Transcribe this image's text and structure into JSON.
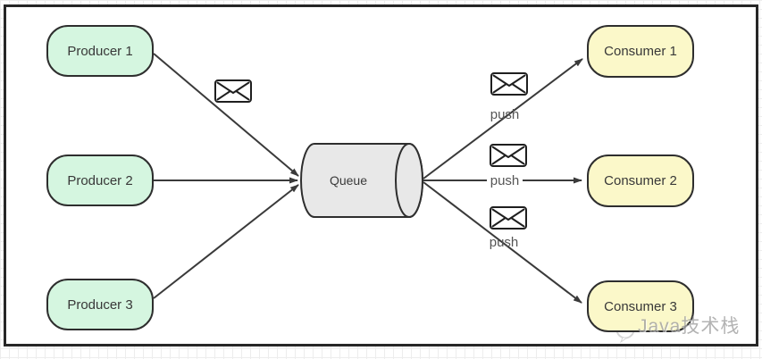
{
  "diagram": {
    "producers": [
      {
        "label": "Producer 1"
      },
      {
        "label": "Producer 2"
      },
      {
        "label": "Producer 3"
      }
    ],
    "queue": {
      "label": "Queue"
    },
    "consumers": [
      {
        "label": "Consumer 1"
      },
      {
        "label": "Consumer 2"
      },
      {
        "label": "Consumer 3"
      }
    ],
    "arrows": {
      "push_labels": [
        "push",
        "push",
        "push"
      ]
    },
    "icons": {
      "message": "envelope-icon",
      "watermark": "wechat-icon"
    },
    "colors": {
      "producer-fill": "#d5f6e0",
      "consumer-fill": "#fbf8c9",
      "queue-fill": "#e8e8e8",
      "node-border": "#2e2e2e",
      "arrow": "#3a3a3a",
      "push-text": "#555555",
      "watermark": "#9e9e9e"
    },
    "watermark": {
      "text": "Java技术栈"
    }
  }
}
